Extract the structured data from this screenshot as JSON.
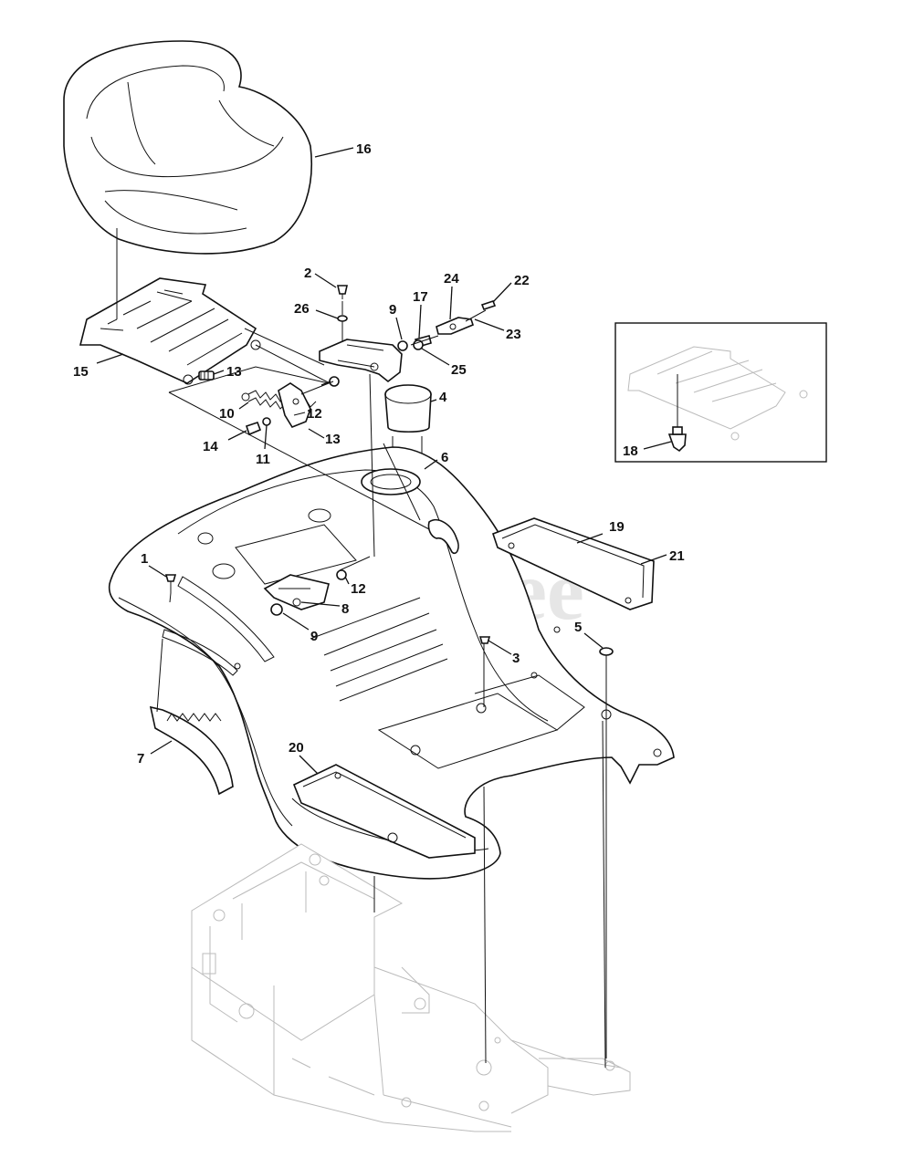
{
  "watermark": "PartsTree",
  "callouts": [
    {
      "id": "c1",
      "text": "1"
    },
    {
      "id": "c2",
      "text": "2"
    },
    {
      "id": "c3",
      "text": "3"
    },
    {
      "id": "c4",
      "text": "4"
    },
    {
      "id": "c5",
      "text": "5"
    },
    {
      "id": "c6",
      "text": "6"
    },
    {
      "id": "c7",
      "text": "7"
    },
    {
      "id": "c8",
      "text": "8"
    },
    {
      "id": "c9a",
      "text": "9"
    },
    {
      "id": "c9b",
      "text": "9"
    },
    {
      "id": "c10",
      "text": "10"
    },
    {
      "id": "c11",
      "text": "11"
    },
    {
      "id": "c12a",
      "text": "12"
    },
    {
      "id": "c12b",
      "text": "12"
    },
    {
      "id": "c13a",
      "text": "13"
    },
    {
      "id": "c13b",
      "text": "13"
    },
    {
      "id": "c14",
      "text": "14"
    },
    {
      "id": "c15",
      "text": "15"
    },
    {
      "id": "c16",
      "text": "16"
    },
    {
      "id": "c17",
      "text": "17"
    },
    {
      "id": "c18",
      "text": "18"
    },
    {
      "id": "c19",
      "text": "19"
    },
    {
      "id": "c20",
      "text": "20"
    },
    {
      "id": "c21",
      "text": "21"
    },
    {
      "id": "c22",
      "text": "22"
    },
    {
      "id": "c23",
      "text": "23"
    },
    {
      "id": "c24",
      "text": "24"
    },
    {
      "id": "c25",
      "text": "25"
    },
    {
      "id": "c26",
      "text": "26"
    }
  ]
}
